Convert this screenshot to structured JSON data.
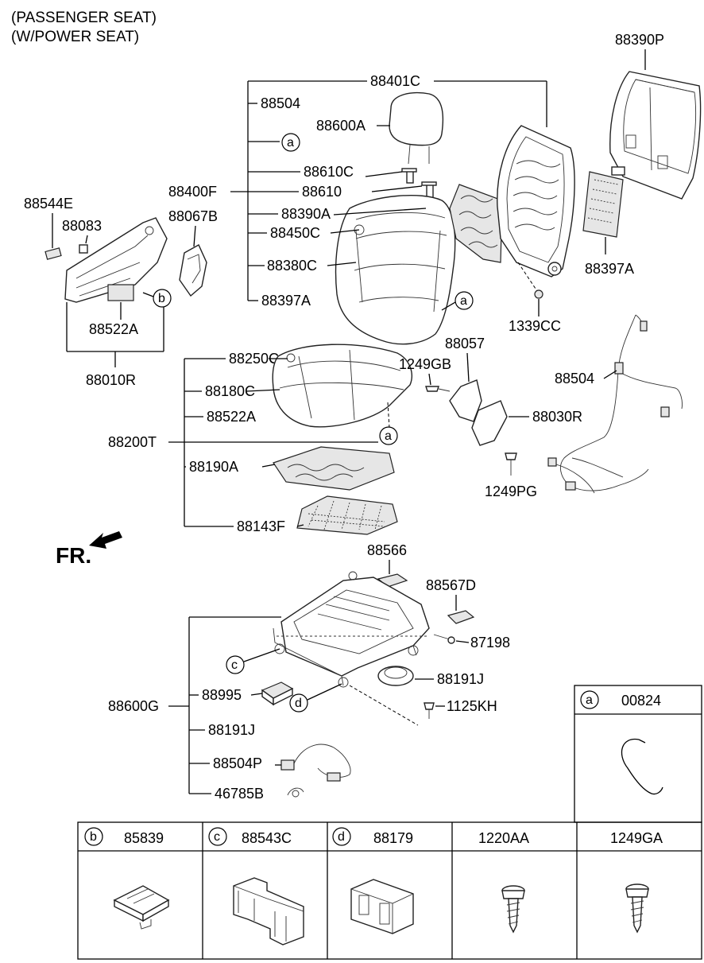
{
  "header": {
    "line1": "(PASSENGER SEAT)",
    "line2": "(W/POWER SEAT)"
  },
  "front_indicator": "FR.",
  "callouts": {
    "a": "a",
    "b": "b",
    "c": "c",
    "d": "d"
  },
  "parts": {
    "p88390P": "88390P",
    "p88401C": "88401C",
    "p88504_top": "88504",
    "p88600A": "88600A",
    "p88610C": "88610C",
    "p88400F": "88400F",
    "p88610": "88610",
    "p88390A": "88390A",
    "p88450C": "88450C",
    "p88380C": "88380C",
    "p88397A_left": "88397A",
    "p88397A_right": "88397A",
    "p1339CC": "1339CC",
    "p88544E": "88544E",
    "p88083": "88083",
    "p88067B": "88067B",
    "p88522A_left": "88522A",
    "p88010R": "88010R",
    "p88250C": "88250C",
    "p88180C": "88180C",
    "p88522A_mid": "88522A",
    "p88200T": "88200T",
    "p88190A": "88190A",
    "p88143F": "88143F",
    "p1249GB": "1249GB",
    "p88057": "88057",
    "p88030R": "88030R",
    "p1249PG": "1249PG",
    "p88504_right": "88504",
    "p88566": "88566",
    "p88567D": "88567D",
    "p87198": "87198",
    "p88191J_right": "88191J",
    "p1125KH": "1125KH",
    "p88600G": "88600G",
    "p88995": "88995",
    "p88191J_left": "88191J",
    "p88504P": "88504P",
    "p46785B": "46785B"
  },
  "legend_table": {
    "a": {
      "letter": "a",
      "part": "00824"
    },
    "b": {
      "letter": "b",
      "part": "85839"
    },
    "c": {
      "letter": "c",
      "part": "88543C"
    },
    "d": {
      "letter": "d",
      "part": "88179"
    },
    "e": {
      "part": "1220AA"
    },
    "f": {
      "part": "1249GA"
    }
  }
}
